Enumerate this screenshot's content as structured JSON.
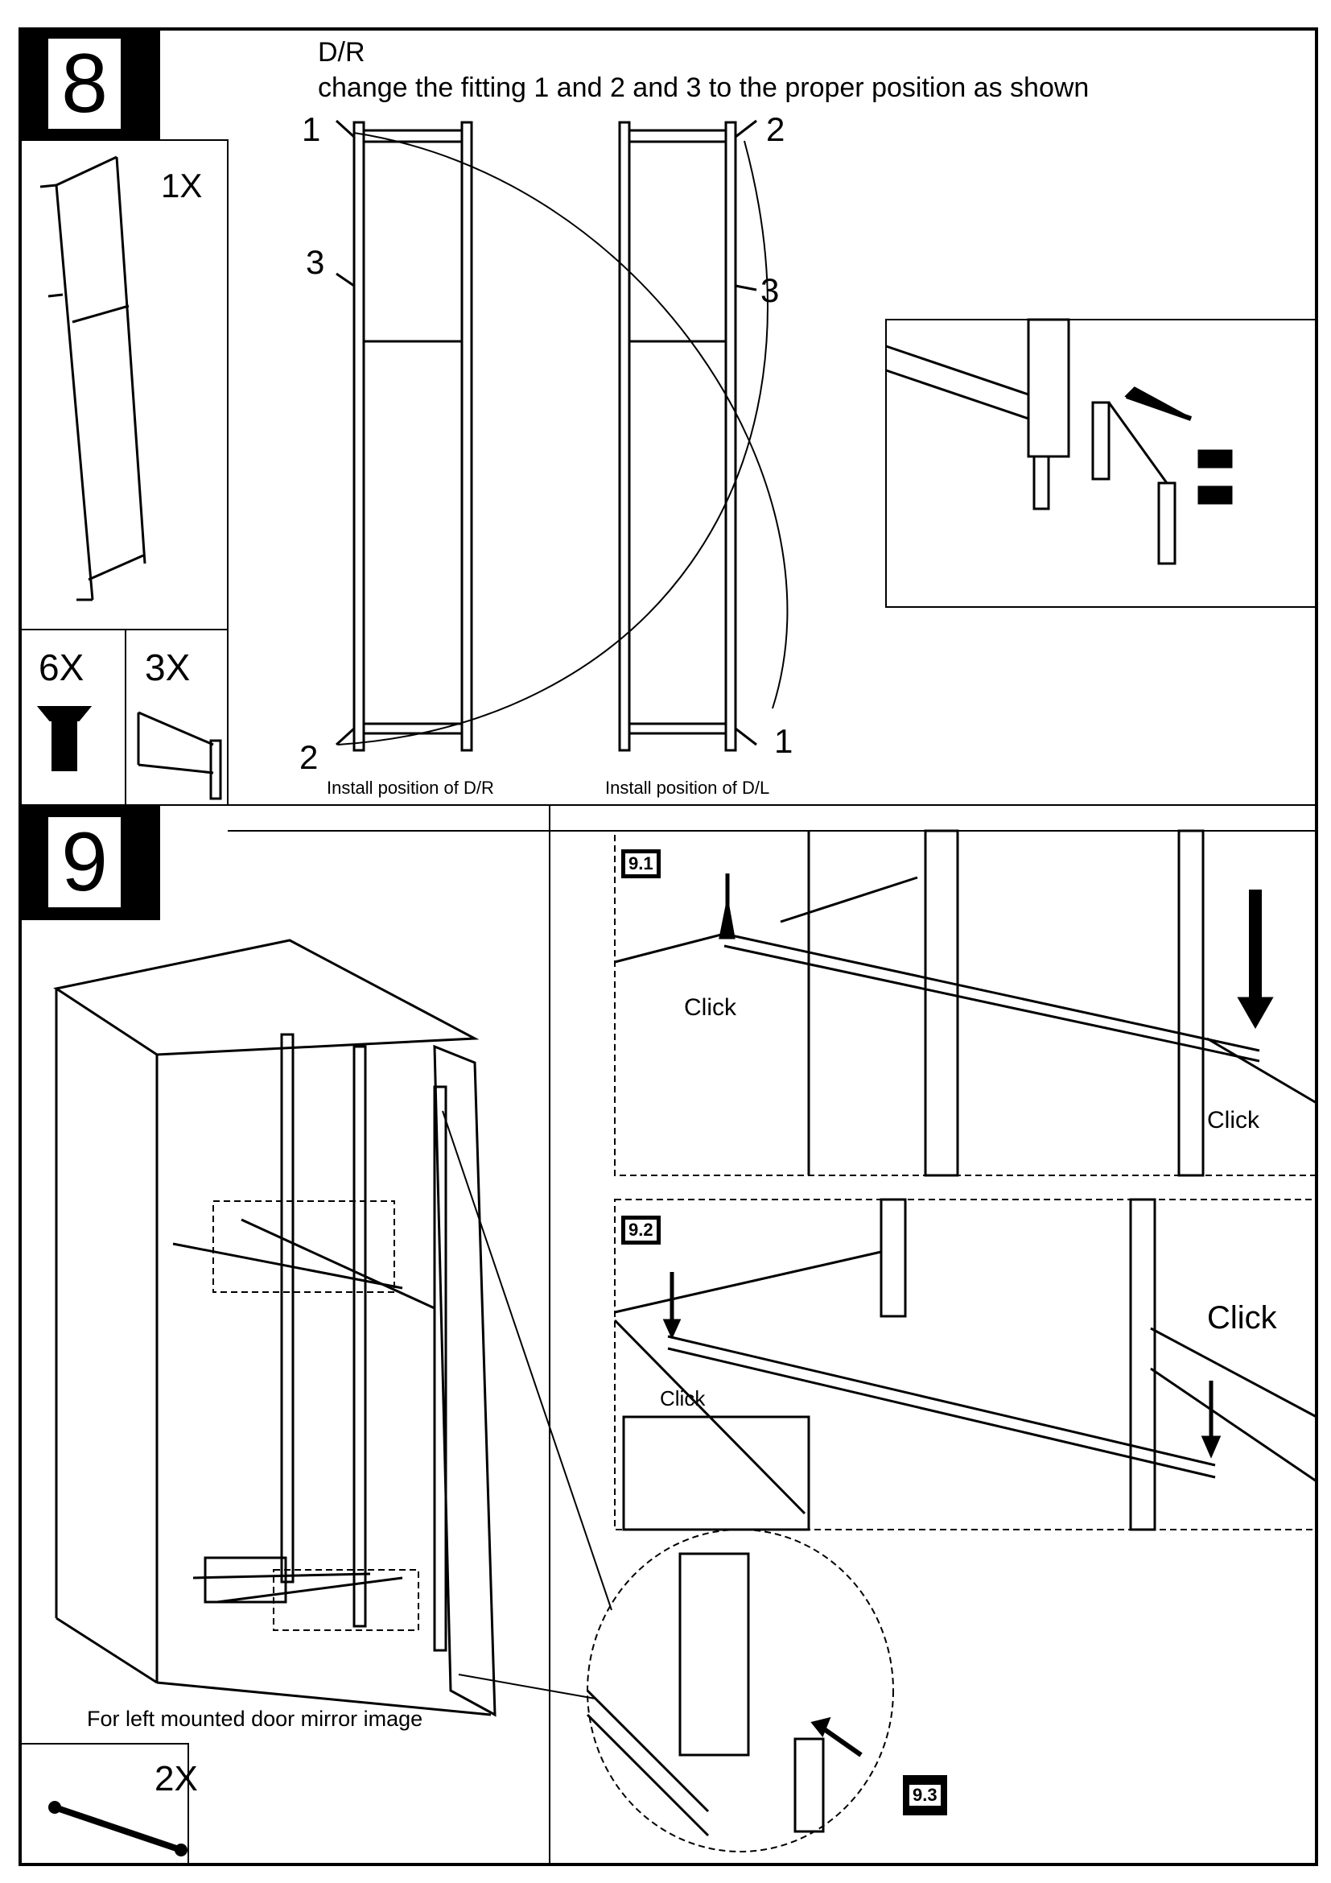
{
  "step8": {
    "number": "8",
    "heading": "D/R",
    "instruction": "change the  fitting 1 and 2 and 3 to  the proper position as shown",
    "parts": [
      {
        "qty": "1X",
        "icon": "rack-frame-icon"
      },
      {
        "qty": "6X",
        "icon": "screw-icon"
      },
      {
        "qty": "3X",
        "icon": "bracket-icon"
      }
    ],
    "fitting_labels": {
      "dr_top": "1",
      "dr_mid": "3",
      "dr_bottom": "2",
      "dl_top": "2",
      "dl_mid": "3",
      "dl_bottom": "1"
    },
    "captions": {
      "dr": "Install position of D/R",
      "dl": "Install position of D/L"
    }
  },
  "step9": {
    "number": "9",
    "note": "For left mounted door mirror image",
    "parts": [
      {
        "qty": "2X",
        "icon": "rod-icon"
      }
    ],
    "panels": [
      {
        "label": "9.1",
        "clicks": [
          "Click",
          "Click"
        ]
      },
      {
        "label": "9.2",
        "clicks": [
          "Click",
          "Click"
        ]
      },
      {
        "label": "9.3"
      }
    ]
  }
}
